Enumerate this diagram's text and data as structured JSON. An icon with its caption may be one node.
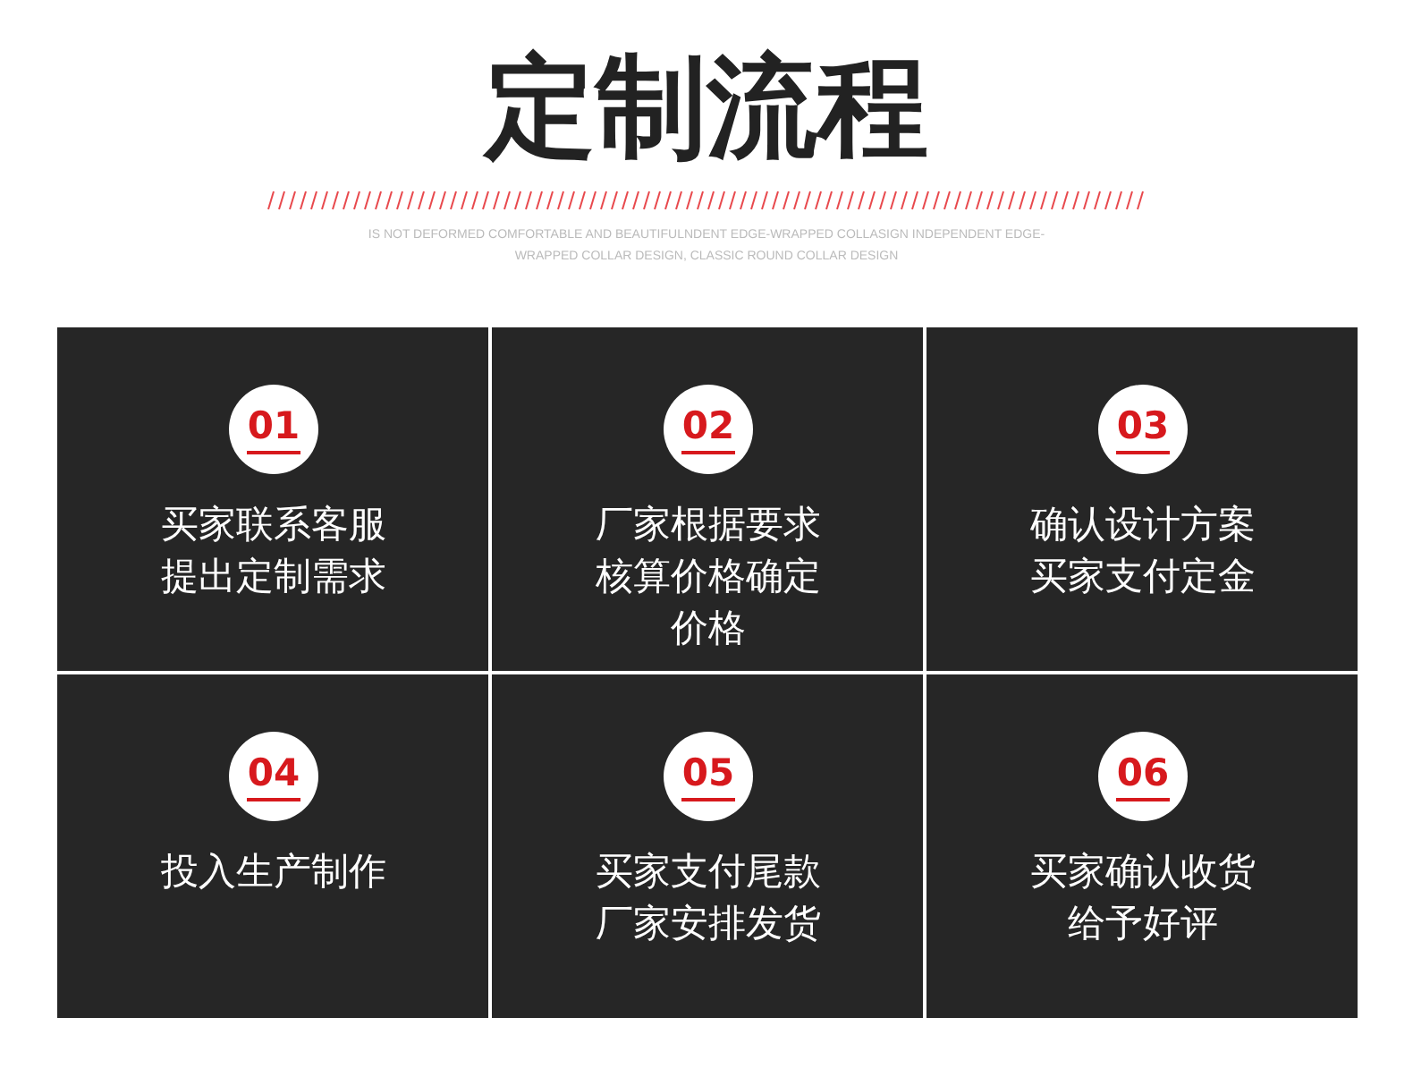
{
  "diagram": {
    "title": "定制流程",
    "nodes": [
      {
        "text": [
          "买家联系客服提出定制需求"
        ]
      },
      {
        "text": [
          "01"
        ],
        "in": 0
      },
      {
        "text": [
          "厂家根据要求核算价格确定价格"
        ]
      },
      {
        "text": [
          "02"
        ],
        "in": 2
      },
      {
        "text": [
          "确认设计方案买家支付定金"
        ]
      },
      {
        "text": [
          "03"
        ],
        "in": 4
      },
      {
        "text": [
          "投入生产制作"
        ]
      },
      {
        "text": [
          "04"
        ],
        "in": 6
      },
      {
        "text": [
          "买家支付尾款厂家安排发货"
        ]
      },
      {
        "text": [
          "05"
        ],
        "in": 8
      },
      {
        "text": [
          "买家确认收货给予好评"
        ]
      },
      {
        "text": [
          "06"
        ],
        "in": 10
      }
    ],
    "labels": [
      "IS NOT DEFORMED COMFORTABLE AND BEAUTIFULNDENT EDGE-WRAPPED COLLASIGN INDEPENDENT EDGE-WRAPPED COLLAR DESIGN, CLASSIC ROUND COLLAR DESIGN"
    ]
  }
}
